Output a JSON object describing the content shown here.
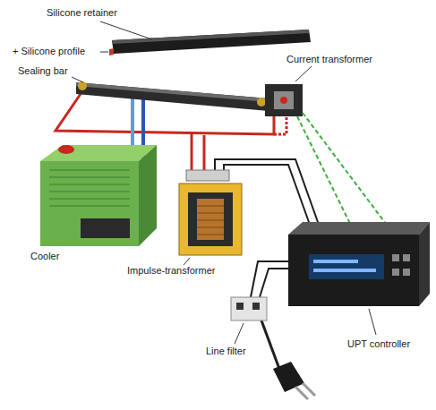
{
  "diagram": {
    "labels": [
      "Silicone retainer",
      "+ Silicone profile",
      "Sealing bar",
      "Current transformer",
      "Cooler",
      "Impulse-transformer",
      "Line filter",
      "UPT controller"
    ]
  }
}
